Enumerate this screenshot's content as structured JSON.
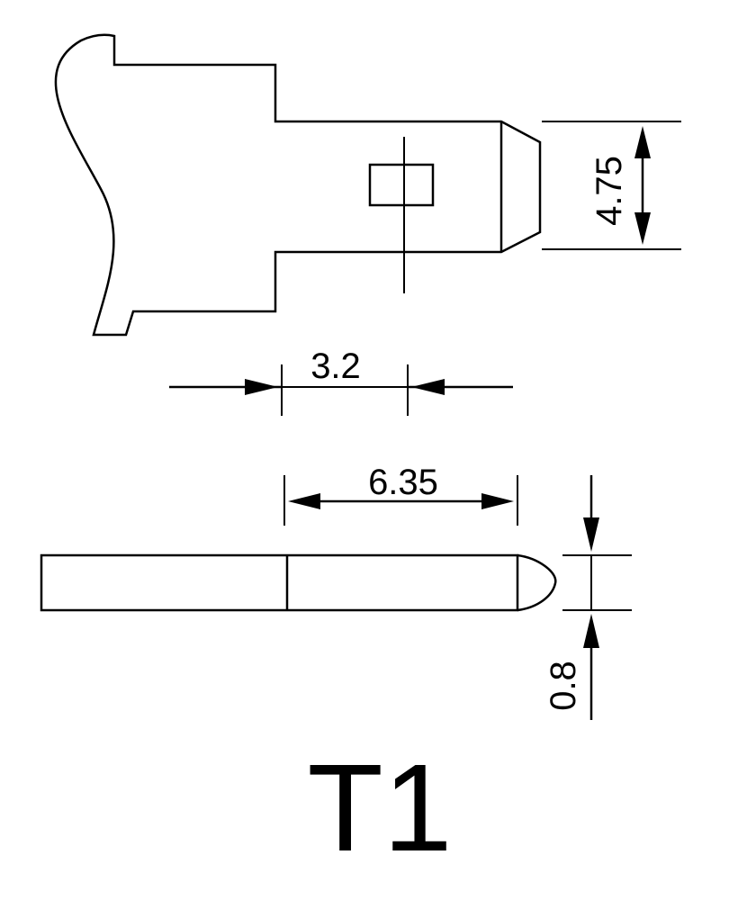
{
  "diagram": {
    "title": "T1",
    "dimensions": {
      "tab_height": "4.75",
      "hole_offset": "3.2",
      "tab_length": "6.35",
      "tab_thickness": "0.8"
    }
  }
}
